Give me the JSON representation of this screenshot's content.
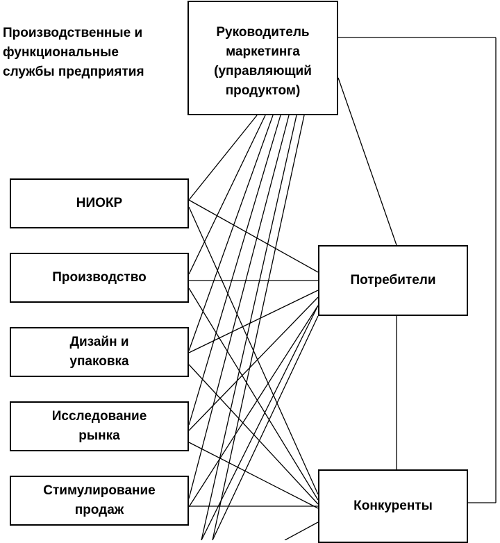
{
  "heading": {
    "lines": [
      "Производственные и",
      "функциональные",
      "службы предприятия"
    ]
  },
  "head_box": {
    "lines": [
      "Руководитель",
      "маркетинга",
      "(управляющий",
      "продуктом)"
    ]
  },
  "departments": [
    {
      "id": "niokr",
      "lines": [
        "НИОКР"
      ]
    },
    {
      "id": "production",
      "lines": [
        "Производство"
      ]
    },
    {
      "id": "design",
      "lines": [
        "Дизайн и",
        "упаковка"
      ]
    },
    {
      "id": "research",
      "lines": [
        "Исследование",
        "рынка"
      ]
    },
    {
      "id": "promotion",
      "lines": [
        "Стимулирование",
        "продаж"
      ]
    }
  ],
  "consumers_box": {
    "lines": [
      "Потребители"
    ]
  },
  "competitors_box": {
    "lines": [
      "Конкуренты"
    ]
  },
  "line_color": "#000000"
}
